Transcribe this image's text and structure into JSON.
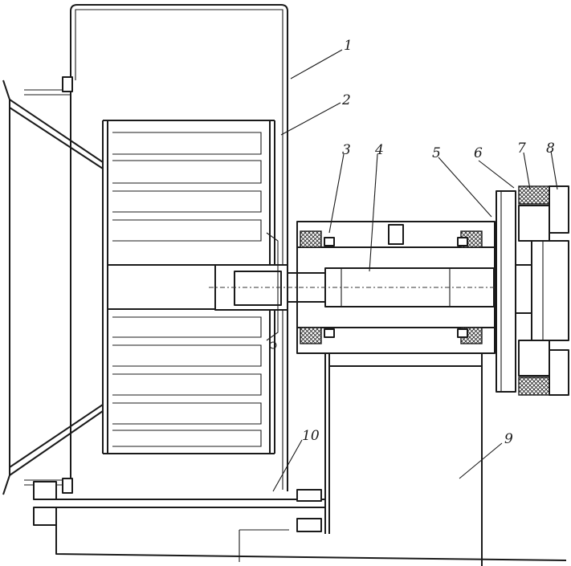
{
  "callouts": [
    {
      "id": "1",
      "text": "1"
    },
    {
      "id": "2",
      "text": "2"
    },
    {
      "id": "3",
      "text": "3"
    },
    {
      "id": "4",
      "text": "4"
    },
    {
      "id": "5",
      "text": "5"
    },
    {
      "id": "6",
      "text": "6"
    },
    {
      "id": "7",
      "text": "7"
    },
    {
      "id": "8",
      "text": "8"
    },
    {
      "id": "9",
      "text": "9"
    },
    {
      "id": "10",
      "text": "10"
    }
  ],
  "colors": {
    "ink": "#1a1a1a",
    "paper": "#ffffff"
  }
}
